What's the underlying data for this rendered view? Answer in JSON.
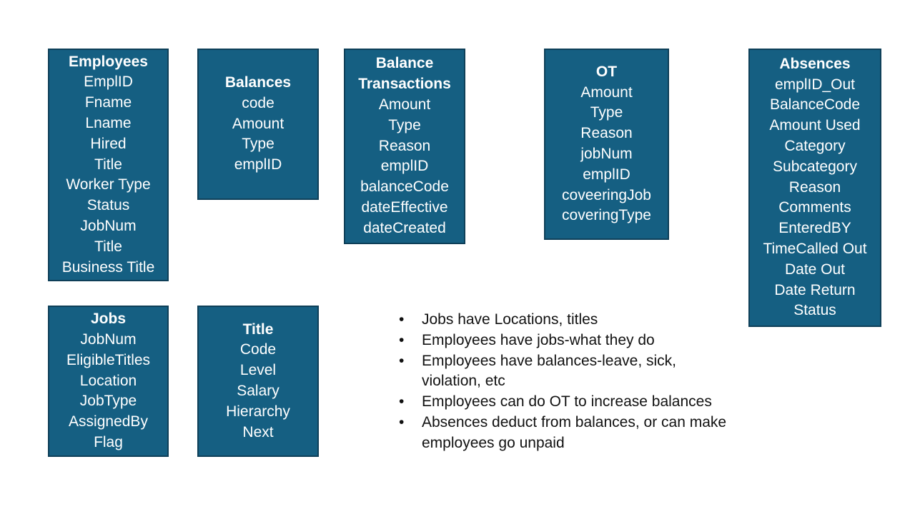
{
  "boxes": {
    "employees": {
      "title": "Employees",
      "fields": [
        "EmplID",
        "Fname",
        "Lname",
        "Hired",
        "Title",
        "Worker Type",
        "Status",
        "JobNum",
        "Title",
        "Business Title"
      ]
    },
    "balances": {
      "title": "Balances",
      "fields": [
        "code",
        "Amount",
        "Type",
        "emplID"
      ]
    },
    "balance_transactions": {
      "title_line1": "Balance",
      "title_line2": "Transactions",
      "fields": [
        "Amount",
        "Type",
        "Reason",
        "emplID",
        "balanceCode",
        "dateEffective",
        "dateCreated"
      ]
    },
    "ot": {
      "title": "OT",
      "fields": [
        "Amount",
        "Type",
        "Reason",
        "jobNum",
        "emplID",
        "coveeringJob",
        "coveringType"
      ]
    },
    "absences": {
      "title": "Absences",
      "fields": [
        "emplID_Out",
        "BalanceCode",
        "Amount Used",
        "Category",
        "Subcategory",
        "Reason",
        "Comments",
        "EnteredBY",
        "TimeCalled Out",
        "Date Out",
        "Date Return",
        "Status"
      ]
    },
    "jobs": {
      "title": "Jobs",
      "fields": [
        "JobNum",
        "EligibleTitles",
        "Location",
        "JobType",
        "AssignedBy",
        "Flag"
      ]
    },
    "title_table": {
      "title": "Title",
      "fields": [
        "Code",
        "Level",
        "Salary",
        "Hierarchy",
        "Next"
      ]
    }
  },
  "notes": {
    "bullet": "•",
    "items": [
      [
        "Jobs have Locations, titles"
      ],
      [
        "Employees have jobs-what they do"
      ],
      [
        "Employees have balances-leave, sick,",
        "violation, etc"
      ],
      [
        "Employees can do OT to increase balances"
      ],
      [
        "Absences deduct from balances, or can make",
        "employees go unpaid"
      ]
    ]
  },
  "colors": {
    "box_fill": "#155F82",
    "box_border": "#0E3F58",
    "box_text": "#FFFFFF",
    "note_text": "#111111"
  }
}
